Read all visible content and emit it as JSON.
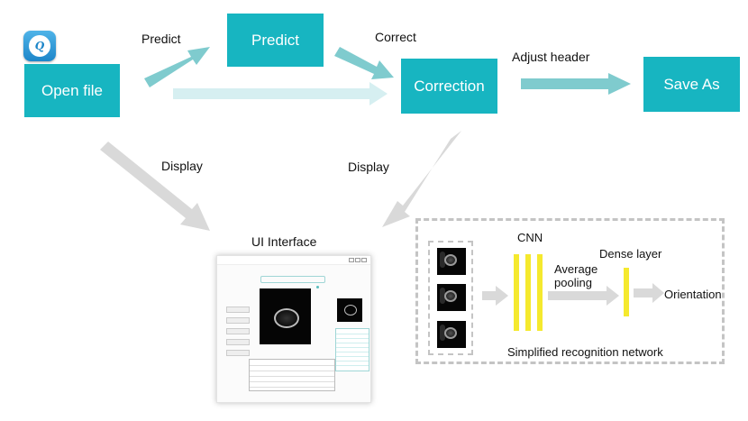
{
  "colors": {
    "box": "#17b5c1",
    "arrow": "#7fcbce",
    "arrow_faint": "#d6eff1",
    "gray_arrow": "#d9d9d9",
    "yellow": "#f5e92e"
  },
  "icons": {
    "app": "app-icon"
  },
  "app_icon_text": "Q",
  "nodes": {
    "open_file": "Open file",
    "predict": "Predict",
    "correction": "Correction",
    "save_as": "Save As"
  },
  "edges": {
    "predict": "Predict",
    "correct": "Correct",
    "adjust_header": "Adjust header",
    "display_left": "Display",
    "display_right": "Display"
  },
  "ui_interface": {
    "label": "UI Interface"
  },
  "network": {
    "cnn": "CNN",
    "average_pooling": "Average\npooling",
    "dense_layer": "Dense layer",
    "orientation": "Orientation",
    "caption": "Simplified recognition network"
  }
}
